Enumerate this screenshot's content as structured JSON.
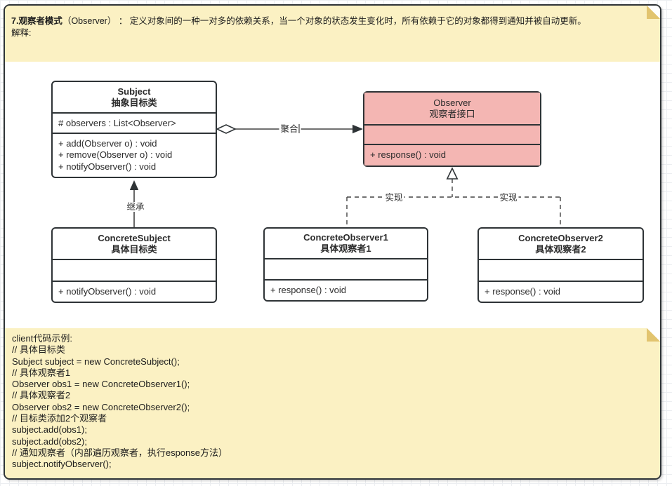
{
  "top_note": {
    "title_bold": "7.观察者模式",
    "title_rest": "（Observer） ： 定义对象间的一种一对多的依赖关系，当一个对象的状态发生变化时，所有依赖于它的对象都得到通知并被自动更新。",
    "line2": "解释:"
  },
  "classes": {
    "subject": {
      "name": "Subject",
      "cn_name": "抽象目标类",
      "attr": "# observers : List<Observer>",
      "methods": [
        "+ add(Observer o) : void",
        "+ remove(Observer o) : void",
        "+ notifyObserver() : void"
      ]
    },
    "observer": {
      "name": "Observer",
      "cn_name": "观察者接口",
      "method": "+ response() : void"
    },
    "concrete_subject": {
      "name": "ConcreteSubject",
      "cn_name": "具体目标类",
      "method": "+ notifyObserver() : void"
    },
    "concrete_observer1": {
      "name": "ConcreteObserver1",
      "cn_name": "具体观察者1",
      "method": "+ response() : void"
    },
    "concrete_observer2": {
      "name": "ConcreteObserver2",
      "cn_name": "具体观察者2",
      "method": "+ response() : void"
    }
  },
  "edges": {
    "aggregation_label": "聚合",
    "inheritance_label": "继承",
    "realization1_label": "实现",
    "realization2_label": "实现"
  },
  "bottom_note": {
    "lines": [
      "client代码示例:",
      "// 具体目标类",
      "Subject subject = new ConcreteSubject();",
      "// 具体观察者1",
      "Observer obs1 = new ConcreteObserver1();",
      "// 具体观察者2",
      "Observer obs2 = new ConcreteObserver2();",
      "// 目标类添加2个观察者",
      "subject.add(obs1);",
      "subject.add(obs2);",
      "// 通知观察者（内部遍历观察者，执行esponse方法）",
      "subject.notifyObserver();"
    ]
  },
  "colors": {
    "note_fill": "#FBF1C3",
    "note_fold": "#E2C46F",
    "observer_fill": "#F4B6B3",
    "box_border": "#2E3336",
    "edge_stroke": "#424242"
  }
}
